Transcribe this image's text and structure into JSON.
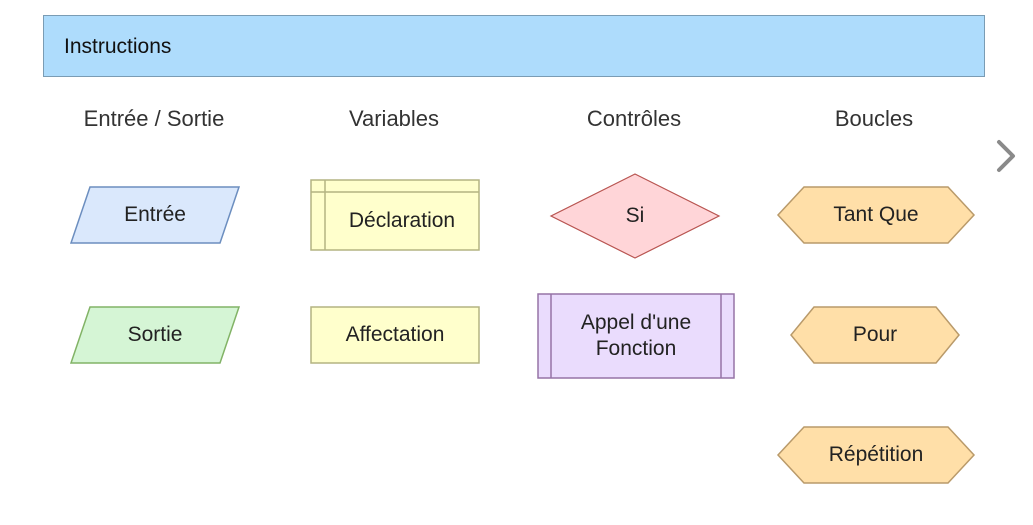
{
  "panel": {
    "title": "Instructions"
  },
  "columns": {
    "io": "Entrée / Sortie",
    "variables": "Variables",
    "controls": "Contrôles",
    "loops": "Boucles"
  },
  "blocks": {
    "input": "Entrée",
    "output": "Sortie",
    "declaration": "Déclaration",
    "assignment": "Affectation",
    "if": "Si",
    "function_call": "Appel d'une\nFonction",
    "while": "Tant Que",
    "for": "Pour",
    "repeat": "Répétition"
  },
  "colors": {
    "header_bg": "#aedcfc",
    "input_fill": "#dae8fc",
    "output_fill": "#d5f5d5",
    "variable_fill": "#ffffcc",
    "control_fill": "#ffd5d8",
    "function_fill": "#eadcfd",
    "loop_fill": "#ffdfa8"
  },
  "icons": {
    "next": "chevron-right-icon"
  }
}
